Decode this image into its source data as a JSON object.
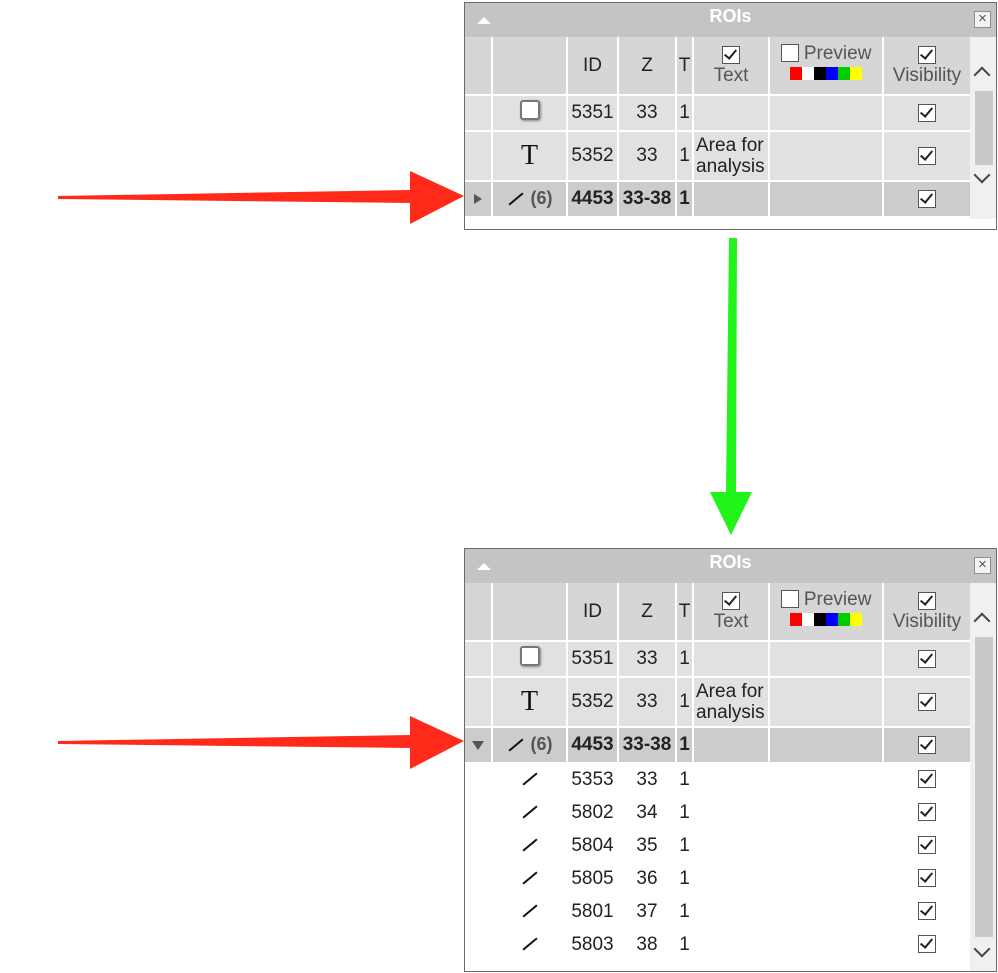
{
  "colors": {
    "red_arrow": "#ff2a1a",
    "green_arrow": "#22f31a",
    "titlebar": "#c4c4c4",
    "selected_row": "#cccccc"
  },
  "panels": [
    {
      "title": "ROIs",
      "expanded": false,
      "headers": {
        "id": "ID",
        "z": "Z",
        "t": "T",
        "text": "Text",
        "text_checked": true,
        "preview": "Preview",
        "preview_checked": false,
        "visibility": "Visibility",
        "visibility_checked": true
      },
      "palette": [
        "#ff0000",
        "#ffffff",
        "#000000",
        "#0000ff",
        "#00cc00",
        "#ffff00"
      ],
      "rows": [
        {
          "shape": "rectangle",
          "id": "5351",
          "z": "33",
          "t": "1",
          "text": "",
          "visible": true
        },
        {
          "shape": "text",
          "shape_glyph": "T",
          "id": "5352",
          "z": "33",
          "t": "1",
          "text": "Area for analysis",
          "visible": true
        },
        {
          "shape": "line",
          "group": true,
          "count": "(6)",
          "id": "4453",
          "z": "33-38",
          "t": "1",
          "text": "",
          "visible": true
        }
      ]
    },
    {
      "title": "ROIs",
      "expanded": true,
      "headers": {
        "id": "ID",
        "z": "Z",
        "t": "T",
        "text": "Text",
        "text_checked": true,
        "preview": "Preview",
        "preview_checked": false,
        "visibility": "Visibility",
        "visibility_checked": true
      },
      "palette": [
        "#ff0000",
        "#ffffff",
        "#000000",
        "#0000ff",
        "#00cc00",
        "#ffff00"
      ],
      "rows": [
        {
          "shape": "rectangle",
          "id": "5351",
          "z": "33",
          "t": "1",
          "text": "",
          "visible": true
        },
        {
          "shape": "text",
          "shape_glyph": "T",
          "id": "5352",
          "z": "33",
          "t": "1",
          "text": "Area for analysis",
          "visible": true
        },
        {
          "shape": "line",
          "group": true,
          "count": "(6)",
          "id": "4453",
          "z": "33-38",
          "t": "1",
          "text": "",
          "visible": true
        },
        {
          "shape": "line",
          "child": true,
          "id": "5353",
          "z": "33",
          "t": "1",
          "text": "",
          "visible": true
        },
        {
          "shape": "line",
          "child": true,
          "id": "5802",
          "z": "34",
          "t": "1",
          "text": "",
          "visible": true
        },
        {
          "shape": "line",
          "child": true,
          "id": "5804",
          "z": "35",
          "t": "1",
          "text": "",
          "visible": true
        },
        {
          "shape": "line",
          "child": true,
          "id": "5805",
          "z": "36",
          "t": "1",
          "text": "",
          "visible": true
        },
        {
          "shape": "line",
          "child": true,
          "id": "5801",
          "z": "37",
          "t": "1",
          "text": "",
          "visible": true
        },
        {
          "shape": "line",
          "child": true,
          "id": "5803",
          "z": "38",
          "t": "1",
          "text": "",
          "visible": true
        }
      ]
    }
  ]
}
